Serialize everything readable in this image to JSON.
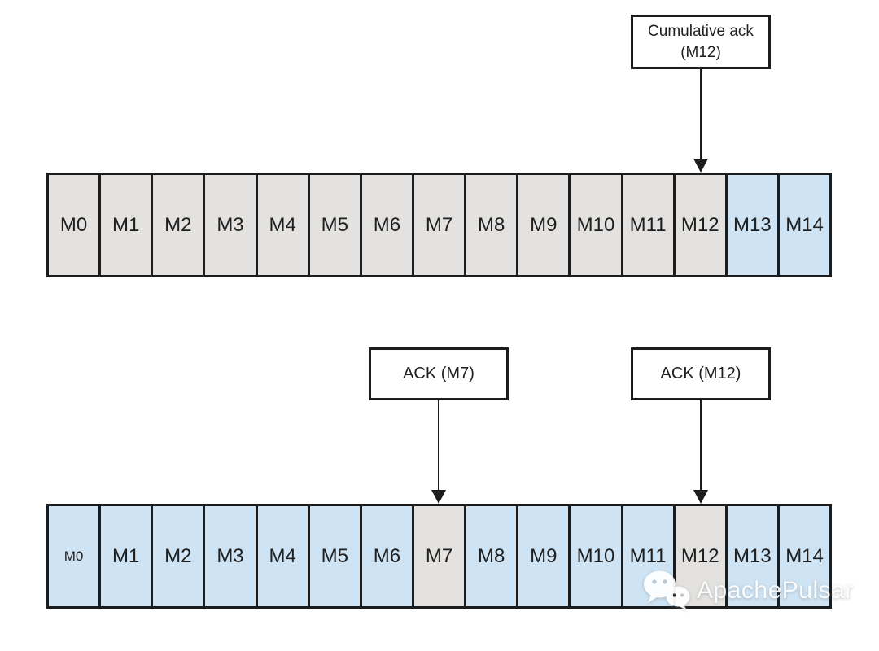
{
  "diagram": {
    "top": {
      "callout": {
        "line1": "Cumulative ack",
        "line2": "(M12)",
        "target": "M12"
      },
      "cells": [
        {
          "label": "M0",
          "state": "acked"
        },
        {
          "label": "M1",
          "state": "acked"
        },
        {
          "label": "M2",
          "state": "acked"
        },
        {
          "label": "M3",
          "state": "acked"
        },
        {
          "label": "M4",
          "state": "acked"
        },
        {
          "label": "M5",
          "state": "acked"
        },
        {
          "label": "M6",
          "state": "acked"
        },
        {
          "label": "M7",
          "state": "acked"
        },
        {
          "label": "M8",
          "state": "acked"
        },
        {
          "label": "M9",
          "state": "acked"
        },
        {
          "label": "M10",
          "state": "acked"
        },
        {
          "label": "M11",
          "state": "acked"
        },
        {
          "label": "M12",
          "state": "acked"
        },
        {
          "label": "M13",
          "state": "unacked"
        },
        {
          "label": "M14",
          "state": "unacked"
        }
      ]
    },
    "bottom": {
      "callouts": [
        {
          "label": "ACK (M7)",
          "target": "M7"
        },
        {
          "label": "ACK (M12)",
          "target": "M12"
        }
      ],
      "cells": [
        {
          "label": "M0",
          "state": "unacked",
          "small": true
        },
        {
          "label": "M1",
          "state": "unacked"
        },
        {
          "label": "M2",
          "state": "unacked"
        },
        {
          "label": "M3",
          "state": "unacked"
        },
        {
          "label": "M4",
          "state": "unacked"
        },
        {
          "label": "M5",
          "state": "unacked"
        },
        {
          "label": "M6",
          "state": "unacked"
        },
        {
          "label": "M7",
          "state": "acked"
        },
        {
          "label": "M8",
          "state": "unacked"
        },
        {
          "label": "M9",
          "state": "unacked"
        },
        {
          "label": "M10",
          "state": "unacked"
        },
        {
          "label": "M11",
          "state": "unacked"
        },
        {
          "label": "M12",
          "state": "acked"
        },
        {
          "label": "M13",
          "state": "unacked"
        },
        {
          "label": "M14",
          "state": "unacked"
        }
      ]
    },
    "watermark": {
      "text": "ApachePulsar",
      "icon": "wechat-icon"
    }
  },
  "colors": {
    "acked_fill": "#e3e2e0",
    "unacked_fill": "#cee3f3",
    "border": "#1c1c1c",
    "background": "#ffffff"
  }
}
